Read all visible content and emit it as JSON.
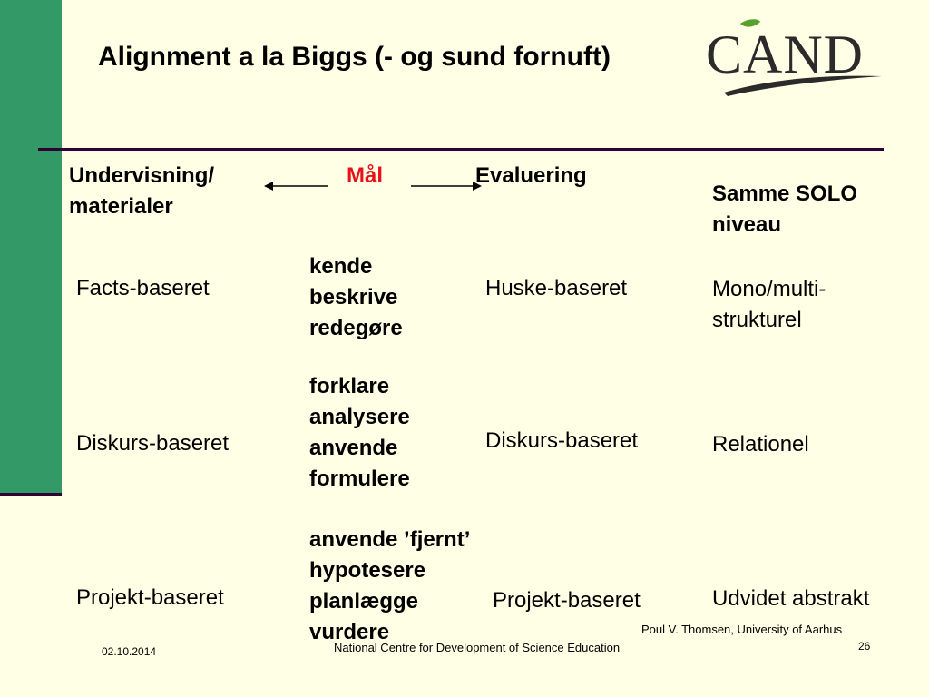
{
  "slide": {
    "title": "Alignment a la Biggs (- og sund fornuft)",
    "logo_text": "CAND",
    "headers": {
      "teaching_line1": "Undervisning/",
      "teaching_line2": "materialer",
      "goal": "Mål",
      "evaluation": "Evaluering",
      "solo_line1": "Samme SOLO",
      "solo_line2": "niveau"
    },
    "rows": [
      {
        "teaching": "Facts-baseret",
        "verbs": [
          "kende",
          "beskrive",
          "redegøre"
        ],
        "evaluation": "Huske-baseret",
        "solo": [
          "Mono/multi-",
          "strukturel"
        ]
      },
      {
        "teaching": "Diskurs-baseret",
        "verbs": [
          "forklare",
          "analysere",
          "anvende",
          "formulere"
        ],
        "evaluation": "Diskurs-baseret",
        "solo": [
          "Relationel"
        ]
      },
      {
        "teaching": "Projekt-baseret",
        "verbs": [
          "anvende ’fjernt’",
          "hypotesere",
          "planlægge",
          "vurdere"
        ],
        "evaluation": "Projekt-baseret",
        "solo": [
          "Udvidet abstrakt"
        ]
      }
    ]
  },
  "footer": {
    "author": "Poul V. Thomsen, University of Aarhus",
    "date": "02.10.2014",
    "center": "National Centre for Development of Science Education",
    "page": "26"
  },
  "colors": {
    "background": "#FFFFE6",
    "sidebar": "#339966",
    "rule": "#330033",
    "goal_label": "#E8111B",
    "logo_leaf": "#5AA02C"
  }
}
